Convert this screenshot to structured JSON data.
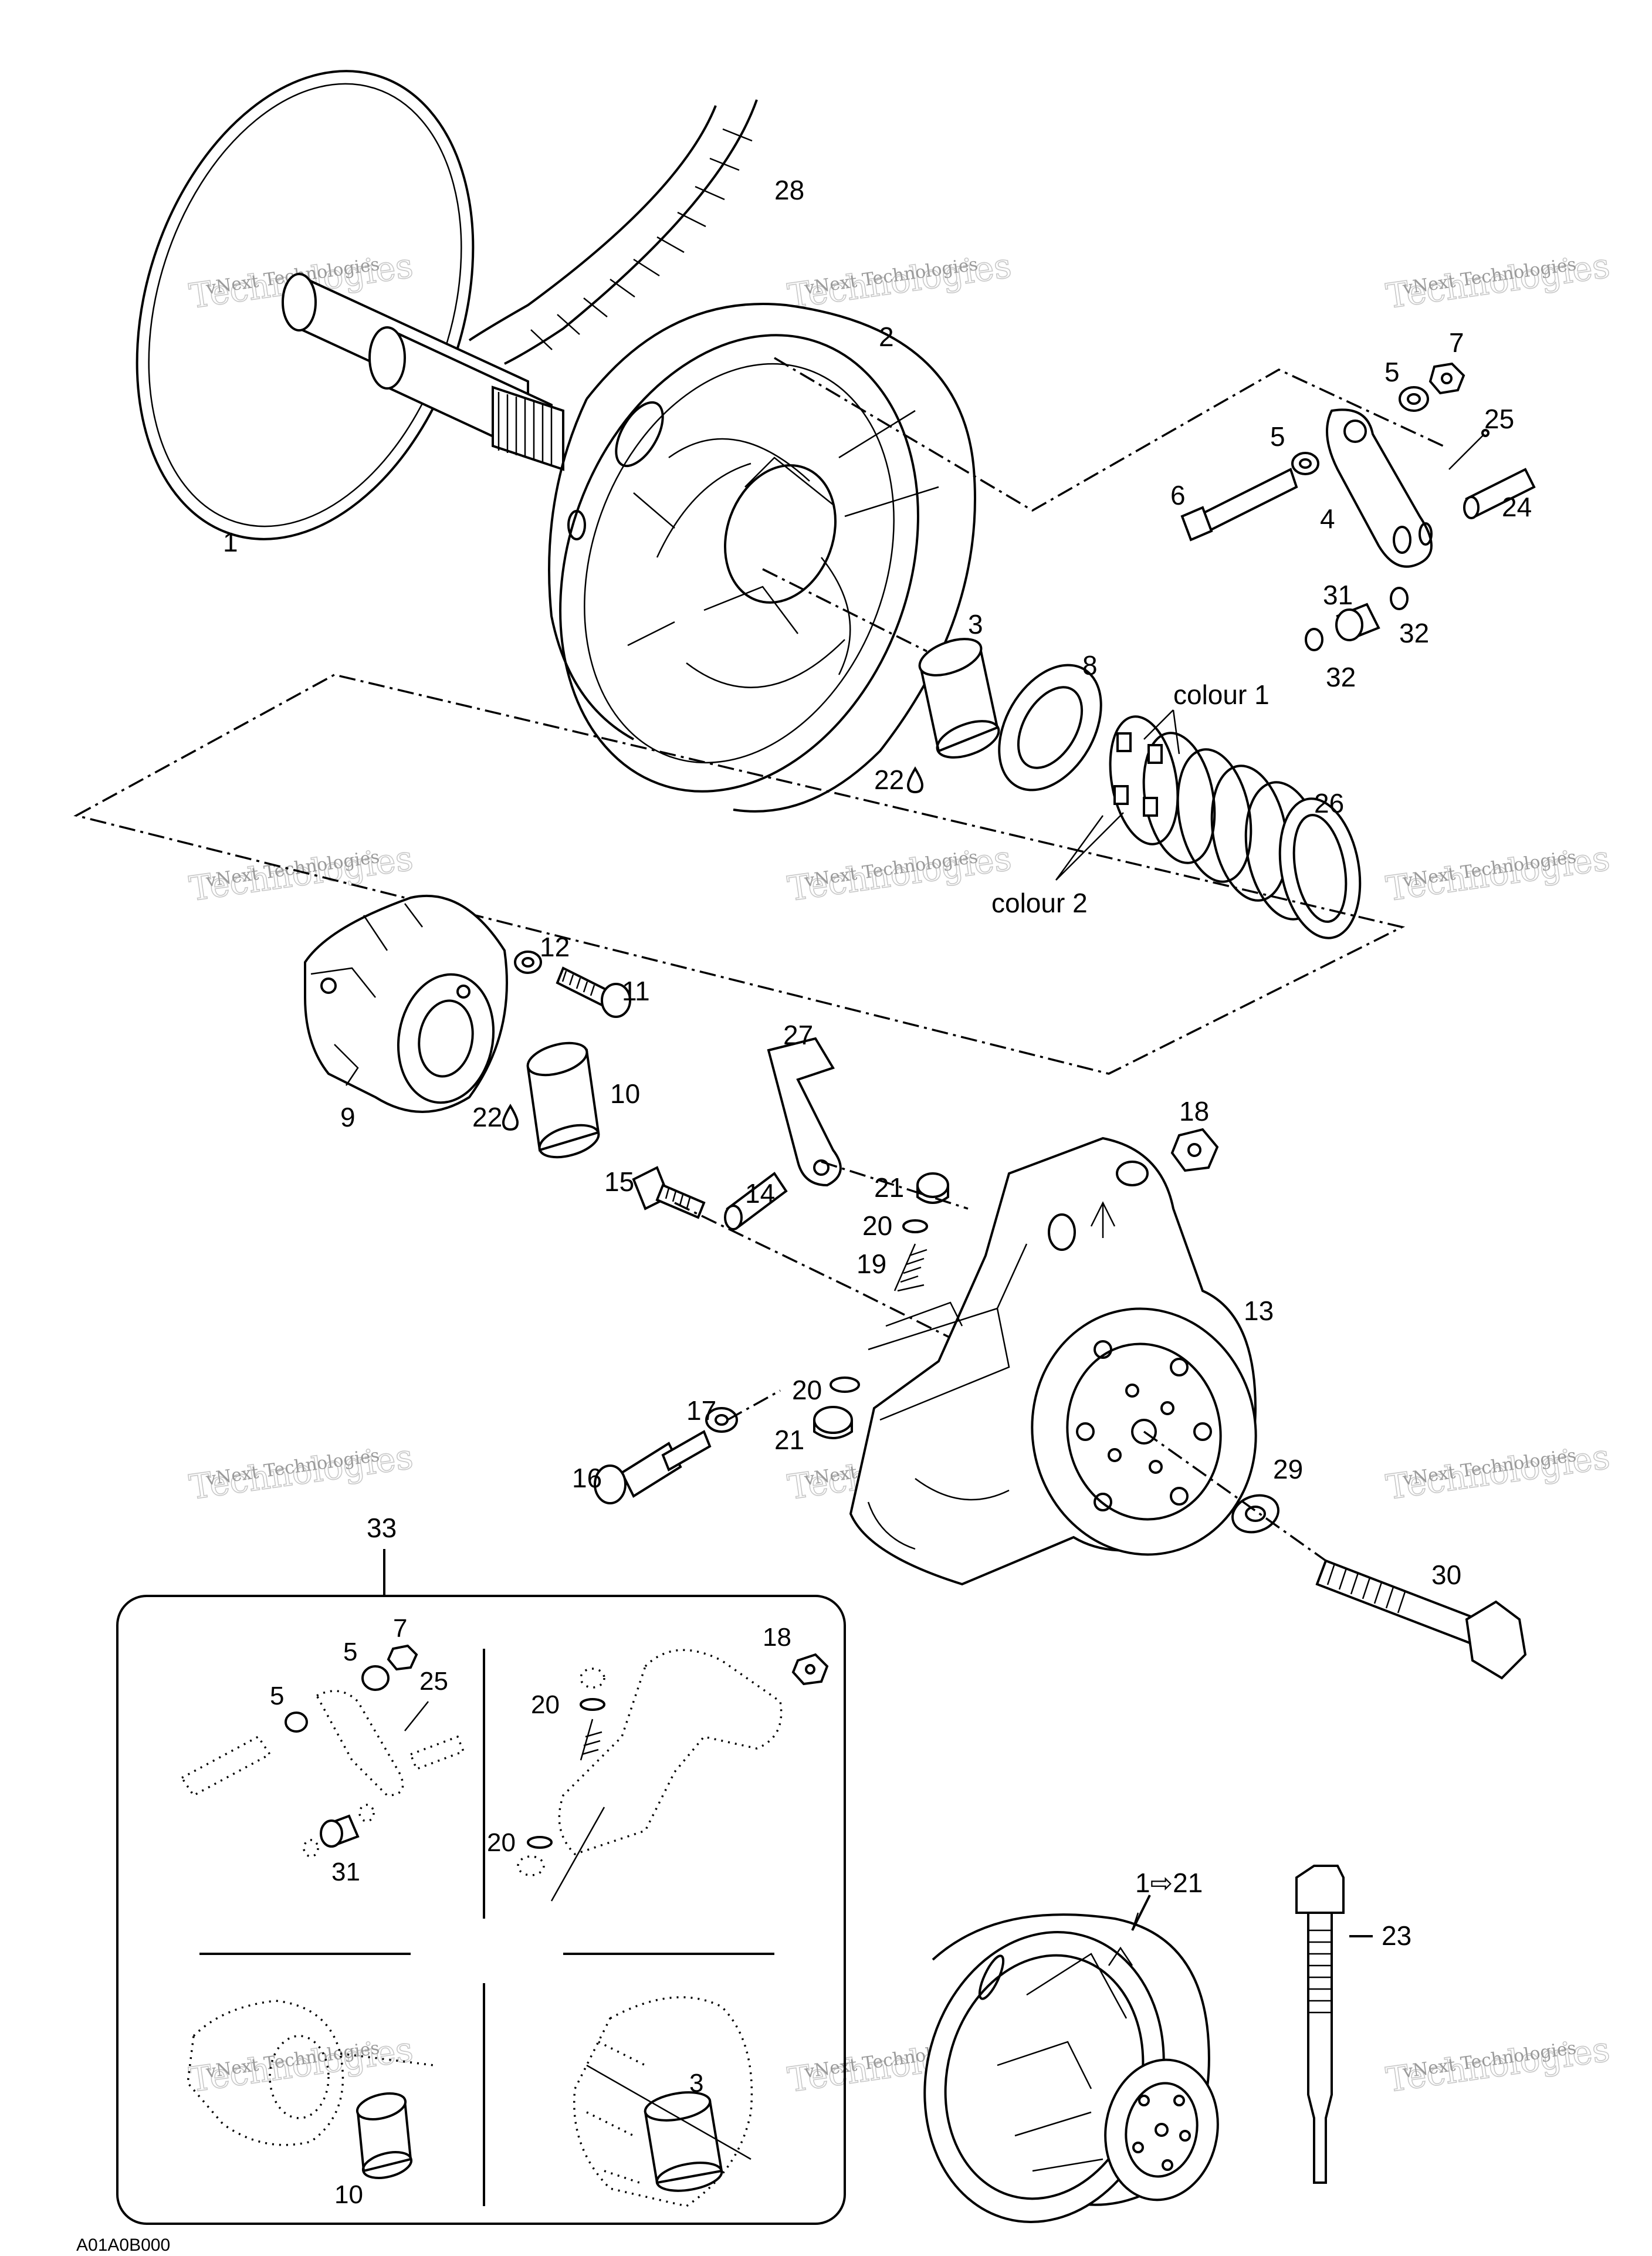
{
  "watermark": {
    "line1": "vNext Technologies",
    "line2": "Technologies"
  },
  "parts": {
    "p1": "1",
    "p2": "2",
    "p3": "3",
    "p4": "4",
    "p5": "5",
    "p5b": "5",
    "p6": "6",
    "p7": "7",
    "p8": "8",
    "p9": "9",
    "p10": "10",
    "p11": "11",
    "p12": "12",
    "p13": "13",
    "p14": "14",
    "p15": "15",
    "p16": "16",
    "p17": "17",
    "p18": "18",
    "p19": "19",
    "p20": "20",
    "p20b": "20",
    "p21": "21",
    "p21b": "21",
    "p22": "22",
    "p22b": "22",
    "p23": "23",
    "p24": "24",
    "p25": "25",
    "p26": "26",
    "p27": "27",
    "p28": "28",
    "p29": "29",
    "p30": "30",
    "p31": "31",
    "p32": "32",
    "p32b": "32",
    "p33": "33",
    "p1to21": "1⇨21",
    "colour1": "colour 1",
    "colour2": "colour 2"
  },
  "inset": {
    "a5": "5",
    "a5b": "5",
    "a7": "7",
    "a25": "25",
    "a31": "31",
    "b18": "18",
    "b20": "20",
    "b20b": "20",
    "c10": "10",
    "d3": "3"
  },
  "footer": {
    "code": "A01A0B000"
  }
}
